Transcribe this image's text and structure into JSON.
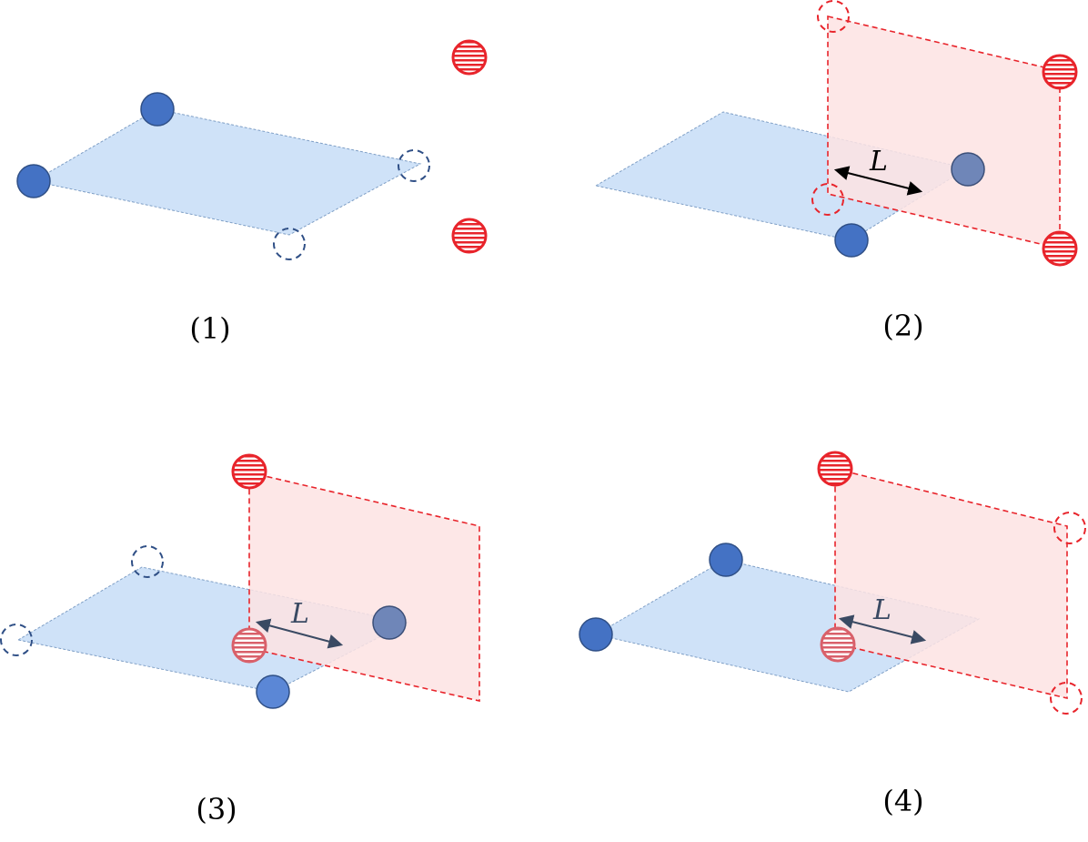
{
  "panels": [
    {
      "label": "(1)"
    },
    {
      "label": "(2)",
      "distance_label": "L"
    },
    {
      "label": "(3)",
      "distance_label": "L"
    },
    {
      "label": "(4)",
      "distance_label": "L"
    }
  ],
  "colors": {
    "blue_atom": "#4472c4",
    "red_atom": "#e8242b",
    "blue_plane": "#cfe2f8",
    "red_plane": "#fde3e3"
  }
}
